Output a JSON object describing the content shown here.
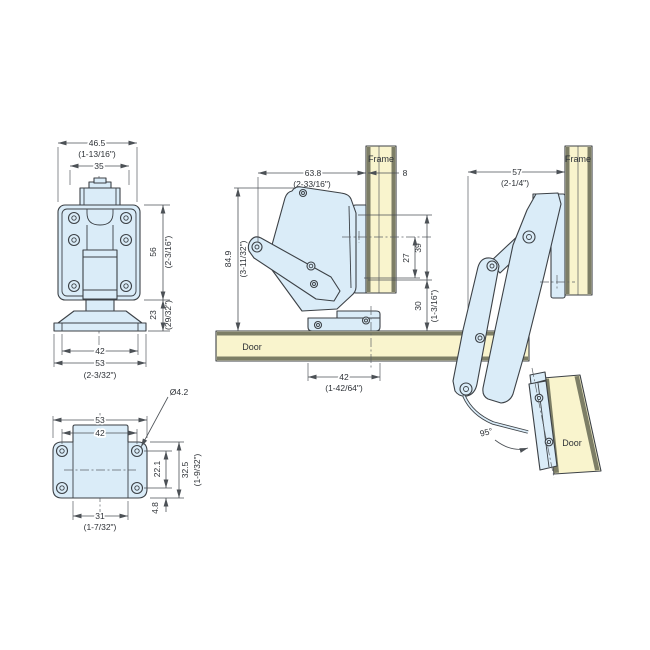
{
  "colors": {
    "hinge": "#daecf8",
    "wood": "#f9f4cd",
    "wood_edge": "#7d7e66",
    "line": "#3c4146",
    "dim": "#4c5156"
  },
  "front": {
    "w": "46.5",
    "w_in": "(1-13/16\")",
    "inner": "35",
    "h": "56",
    "h_in": "(2-3/16\")",
    "foot": "23",
    "foot_in": "(29/32\")",
    "base_inner": "42",
    "base": "53",
    "base_in": "(2-3/32\")"
  },
  "plan": {
    "w": "53",
    "holes_w": "42",
    "hole_dia": "Ø4.2",
    "pitch": "22.1",
    "d": "32.5",
    "d_in": "(1-9/32\")",
    "edge": "4.8",
    "body": "31",
    "body_in": "(1-7/32\")"
  },
  "closed": {
    "frame": "Frame",
    "door": "Door",
    "depth": "63.8",
    "depth_in": "(2-33/16\")",
    "inset": "8",
    "h": "84.9",
    "h_in": "(3-11/32\")",
    "a": "39",
    "b": "27",
    "c": "30",
    "c_in": "(1-3/16\")",
    "plate": "42",
    "plate_in": "(1-42/64\")"
  },
  "open": {
    "frame": "Frame",
    "door": "Door",
    "depth": "57",
    "depth_in": "(2-1/4\")",
    "angle": "95°"
  }
}
